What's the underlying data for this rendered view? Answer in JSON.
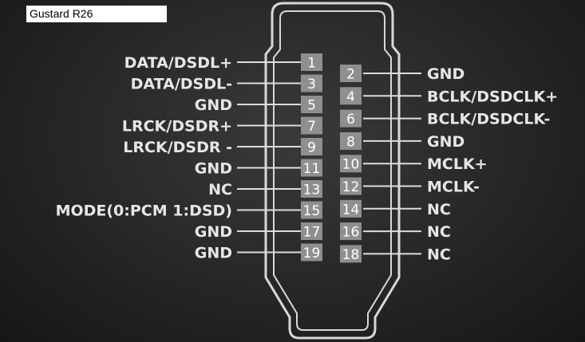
{
  "title": "Gustard R26",
  "left_pins": [
    {
      "pin": "1",
      "label": "DATA/DSDL+"
    },
    {
      "pin": "3",
      "label": "DATA/DSDL-"
    },
    {
      "pin": "5",
      "label": "GND"
    },
    {
      "pin": "7",
      "label": "LRCK/DSDR+"
    },
    {
      "pin": "9",
      "label": "LRCK/DSDR -"
    },
    {
      "pin": "11",
      "label": "GND"
    },
    {
      "pin": "13",
      "label": "NC"
    },
    {
      "pin": "15",
      "label": "MODE(0:PCM 1:DSD)"
    },
    {
      "pin": "17",
      "label": "GND"
    },
    {
      "pin": "19",
      "label": "GND"
    }
  ],
  "right_pins": [
    {
      "pin": "2",
      "label": "GND"
    },
    {
      "pin": "4",
      "label": "BCLK/DSDCLK+"
    },
    {
      "pin": "6",
      "label": "BCLK/DSDCLK-"
    },
    {
      "pin": "8",
      "label": "GND"
    },
    {
      "pin": "10",
      "label": "MCLK+"
    },
    {
      "pin": "12",
      "label": "MCLK-"
    },
    {
      "pin": "14",
      "label": "NC"
    },
    {
      "pin": "16",
      "label": "NC"
    },
    {
      "pin": "18",
      "label": "NC"
    }
  ]
}
